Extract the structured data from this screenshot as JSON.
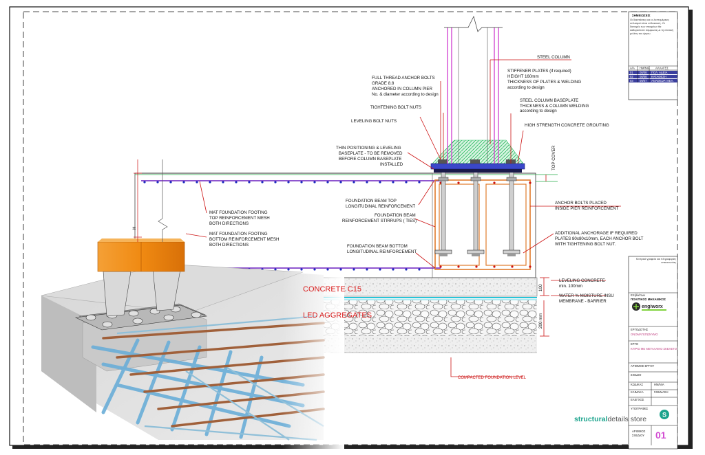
{
  "colors": {
    "leader_red": "#cc1111",
    "rebar_purple": "#6a1fbf",
    "rebar_dot_blue": "#1f2fbf",
    "stirrup_orange": "#e07a2a",
    "grout_green": "#2cc26a",
    "column_magenta": "#d24bd2",
    "concrete_orange": "#f08a12",
    "brand_teal": "#1aa38c",
    "border_black": "#111111"
  },
  "labels": {
    "steel_column": "STEEL COLUMN",
    "stiffener_l1": "STIFFENER PLATES (if required)",
    "stiffener_l2": "HEIGHT 160mm",
    "stiffener_l3": "THICKNESS OF PLATES & WELDING",
    "stiffener_l4": "according to design",
    "anchor_l1": "FULL THREAD ANCHOR BOLTS",
    "anchor_l2": "GRADE 8.8",
    "anchor_l3": "ANCHORED IN COLUMN PIER",
    "anchor_l4": "No. & diameter according to design",
    "baseplate_l1": "STEEL COLUMN BASEPLATE",
    "baseplate_l2": "THICKNESS & COLUMN WELDING",
    "baseplate_l3": "according to design",
    "tightening": "TIGHTENING BOLT NUTS",
    "grouting": "HIGH STRENGTH CONCRETE GROUTING",
    "leveling_nuts": "LEVELING BOLT NUTS",
    "thin_l1": "THIN POSITIONING & LEVELING",
    "thin_l2": "BASEPLATE - TO BE REMOVED",
    "thin_l3": "BEFORE COLUMN BASEPLATE",
    "thin_l4": "INSTALLED",
    "top_cover": "TOP COVER",
    "mat_top_l1": "MAT FOUNDATION FOOTING",
    "mat_top_l2": "TOP REINFORCEMENT MESH",
    "mat_top_l3": "BOTH DIRECTIONS",
    "mat_bot_l1": "MAT FOUNDATION FOOTING",
    "mat_bot_l2": "BOTTOM REINFORCEMENT MESH",
    "mat_bot_l3": "BOTH DIRECTIONS",
    "beam_top_l1": "FOUNDATION BEAM TOP",
    "beam_top_l2": "LONGITUDINAL REINFORCEMENT",
    "stirrups_l1": "FOUNDATION BEAM",
    "stirrups_l2": "REINFORCEMENT STIRRUPS ( TIES)",
    "beam_bot_l1": "FOUNDATION BEAM BOTTOM",
    "beam_bot_l2": "LONGITUDINAL REINFORCEMENT",
    "anchor_placed_l1": "ANCHOR BOLTS PLACED",
    "anchor_placed_l2": "INSIDE PIER REINFORCEMENT",
    "additional_l1": "ADDITIONAL ANCHORAGE IF REQUIRED",
    "additional_l2": "PLATES 80x80x10mm, EACH ANCHOR BOLT",
    "additional_l3": "WITH TIGHTENING BOLT NUT.",
    "leveling_concrete_l1": "LEVELING CONCRETE",
    "leveling_concrete_l2": "min. 100mm",
    "water_l1": "WATER % MOISTURE INSU",
    "water_l2": "MEMBRANE - BARRIER",
    "concrete_c15": "CONCRETE C15",
    "aggregates": "LED AGGREGATES",
    "compacted": "COMPACTED FOUNDATION LEVEL",
    "dim_100": "100",
    "dim_200": "200 mm",
    "dim_h": "H"
  },
  "title_block": {
    "notes_title": "ΣΗΜΕΙΩΣΕΙΣ",
    "notes_text": "Οι διαστάσεις και οι λεπτομέρειες οπλισμού είναι ενδεικτικές. Οι διατομές των στοιχείων θα καθοριστούν σύμφωνα με τη στατική μελέτη του έργου.",
    "rev_headers": [
      "Α/Α",
      "ΗΜ/ΝΙΑ",
      "ΑΛΛΑΓΕΣ"
    ],
    "rev_rows": [
      [
        "01",
        "08/08",
        "ΠΟΛ. ΑΔΕΙΑ"
      ],
      [
        "02",
        "08/08",
        "ΚΑΤΑΘΕΣΗ"
      ],
      [
        "03",
        "09/07",
        "ΑΝΑΘΕΩΡ. ΜΕΛ."
      ]
    ],
    "company_text": "Κεντρικά γραφεία και πληροφορίες επικοινωνίας",
    "engineer_label": "Επιβλέπων",
    "engineer_value": "ΠΟΛΙΤΙΚΟΣ ΜΗΧΑΝΙΚΟΣ",
    "brand_name": "engiworx",
    "client_label": "ΕΡΓΟΔΟΤΗΣ",
    "client_value": "ΟΝΟΜΑΤΕΠΩΝΥΜΟ",
    "project_label": "ΕΡΓΟ",
    "project_value": "ΚΤΙΡΙΟ ΜΕ ΜΕΤΑΛΛΙΚΟ ΣΚΕΛΕΤΟ",
    "project_no_label": "ΑΡΙΘΜΟΣ ΕΡΓΟΥ",
    "drawing_label": "ΣΧΕΔΙΟ",
    "code_label": "ΚΩΔΙΚΑΣ",
    "date_label": "ΗΜ/ΝΙΑ",
    "scale_label": "ΚΛΙΜΑΚΑ",
    "drawn_label": "ΣΧΕΔΙΑΣΗ",
    "checked_label": "ΕΛΕΓΧΟΣ",
    "signatures_label": "ΥΠΟΓΡΑΦΕΣ",
    "sheet_no_label_l1": "ΑΡΙΘΜΟΣ",
    "sheet_no_label_l2": "ΣΧΕΔΙΟΥ",
    "sheet_no": "01"
  },
  "brand": {
    "bold_part": "structural",
    "light_part": "details store"
  }
}
